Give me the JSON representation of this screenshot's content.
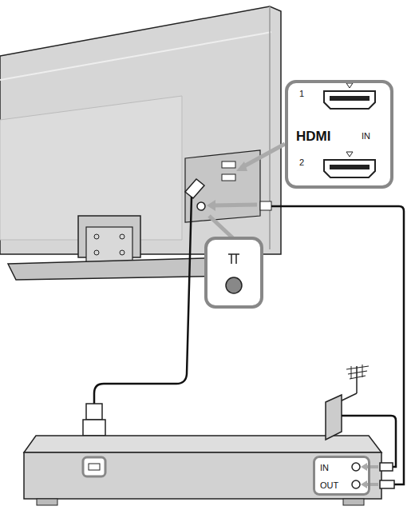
{
  "diagram": {
    "nodes": [
      {
        "text": [
          "1",
          "HDMI",
          "IN",
          "2"
        ]
      },
      {
        "text": [
          "IN",
          "OUT"
        ]
      }
    ]
  }
}
